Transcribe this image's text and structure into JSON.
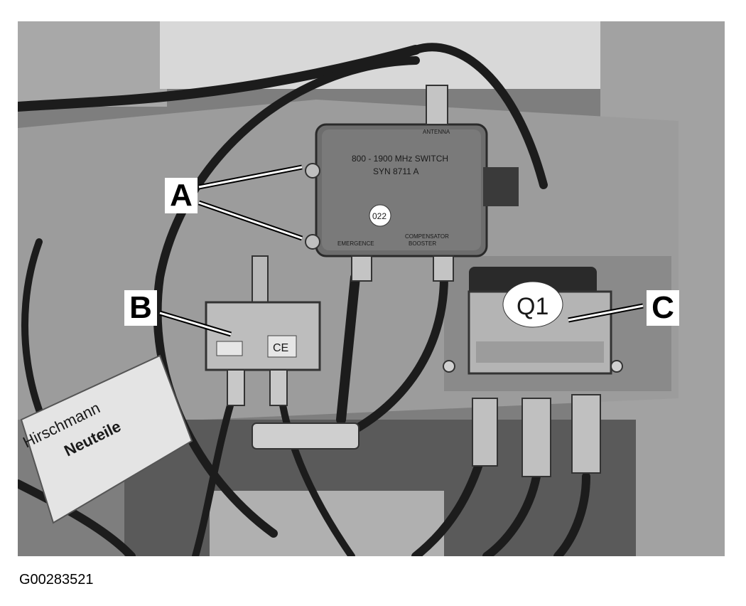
{
  "figure_id": "G00283521",
  "callouts": {
    "a": "A",
    "b": "B",
    "c": "C"
  },
  "switch_box": {
    "line1": "800 - 1900 MHz SWITCH",
    "line2": "SYN 8711 A",
    "antenna": "ANTENNA",
    "emergence": "EMERGENCE",
    "compensator": "COMPENSATOR",
    "booster": "BOOSTER",
    "sticker": "022"
  },
  "splitter": {
    "ce_mark": "CE"
  },
  "module_c": {
    "sticker": "Q1"
  },
  "tag": {
    "line1": "Hirschmann",
    "line2": "Neuteile"
  },
  "colors": {
    "background": "#ffffff",
    "photo_gray": "#8c8c8c",
    "panel": "#9a9a9a",
    "cable": "#1c1c1c"
  }
}
